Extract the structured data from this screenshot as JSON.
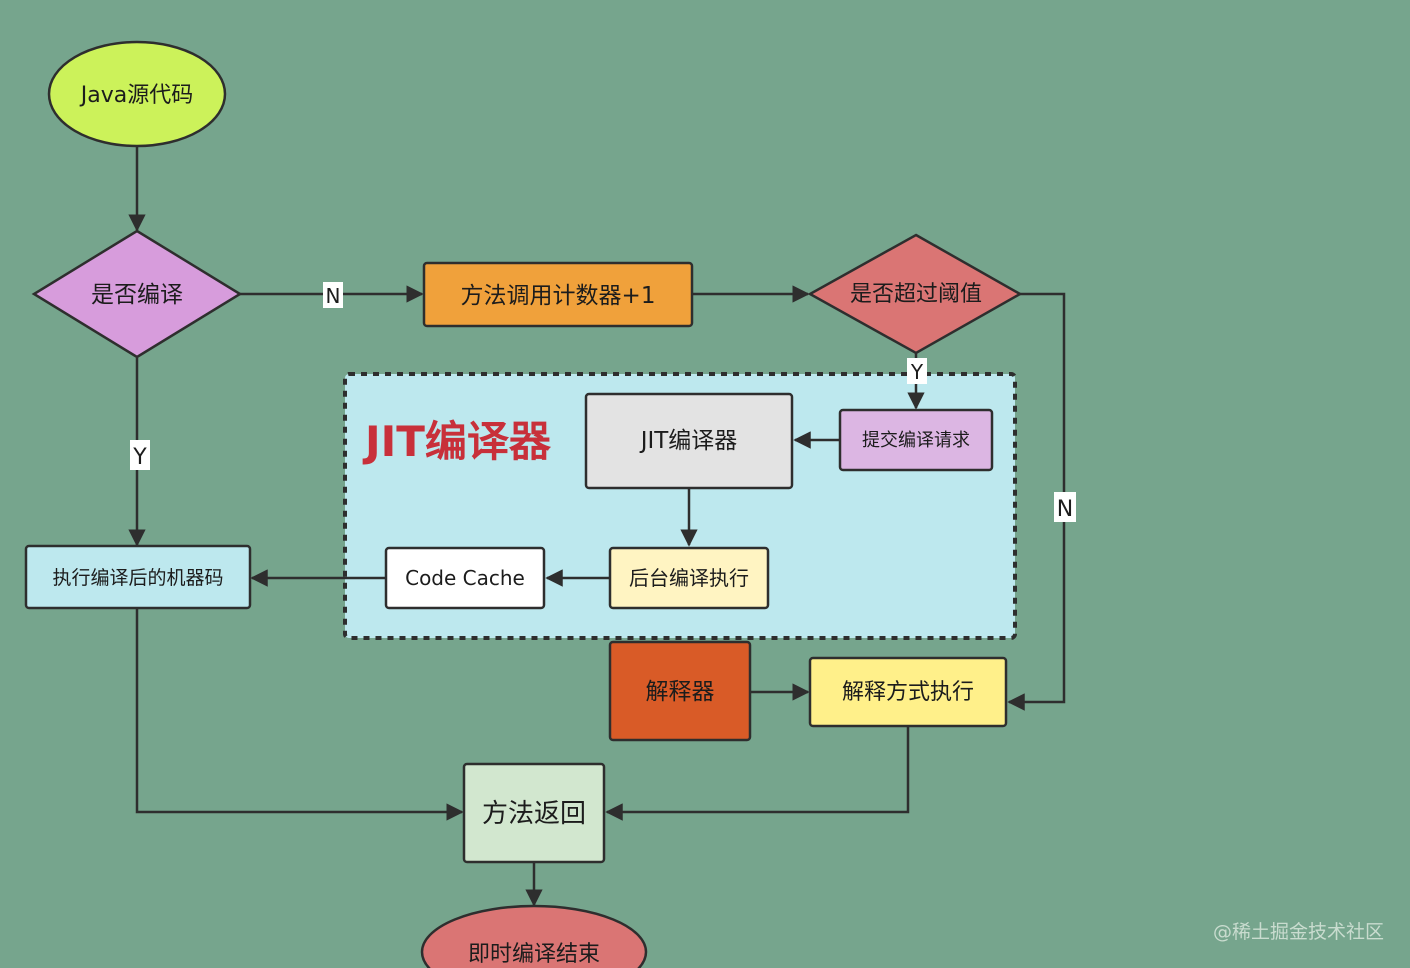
{
  "nodes": {
    "source": "Java源代码",
    "is_compiled": "是否编译",
    "counter": "方法调用计数器+1",
    "over_threshold": "是否超过阈值",
    "jit_group_title": "JIT编译器",
    "jit_compiler": "JIT编译器",
    "submit_request": "提交编译请求",
    "background_compile": "后台编译执行",
    "code_cache": "Code Cache",
    "exec_machine_code": "执行编译后的机器码",
    "interpreter": "解释器",
    "interpret_exec": "解释方式执行",
    "method_return": "方法返回",
    "end": "即时编译结束"
  },
  "edge_labels": {
    "compiled_no": "N",
    "compiled_yes": "Y",
    "threshold_yes": "Y",
    "threshold_no": "N"
  },
  "watermark": "@稀土掘金技术社区",
  "colors": {
    "background": "#76a58d",
    "source": "#ccf25a",
    "decision_purple": "#d79cdc",
    "counter": "#f0a13b",
    "decision_red": "#da7574",
    "jit_group": "#bde8ee",
    "jit_compiler": "#e3e3e3",
    "submit_request": "#dcb6e3",
    "background_compile": "#fff4c2",
    "code_cache": "#ffffff",
    "exec_machine_code": "#bde8ee",
    "interpreter": "#d95b27",
    "interpret_exec": "#fff08a",
    "method_return": "#d2e7cf",
    "end": "#da7574"
  }
}
